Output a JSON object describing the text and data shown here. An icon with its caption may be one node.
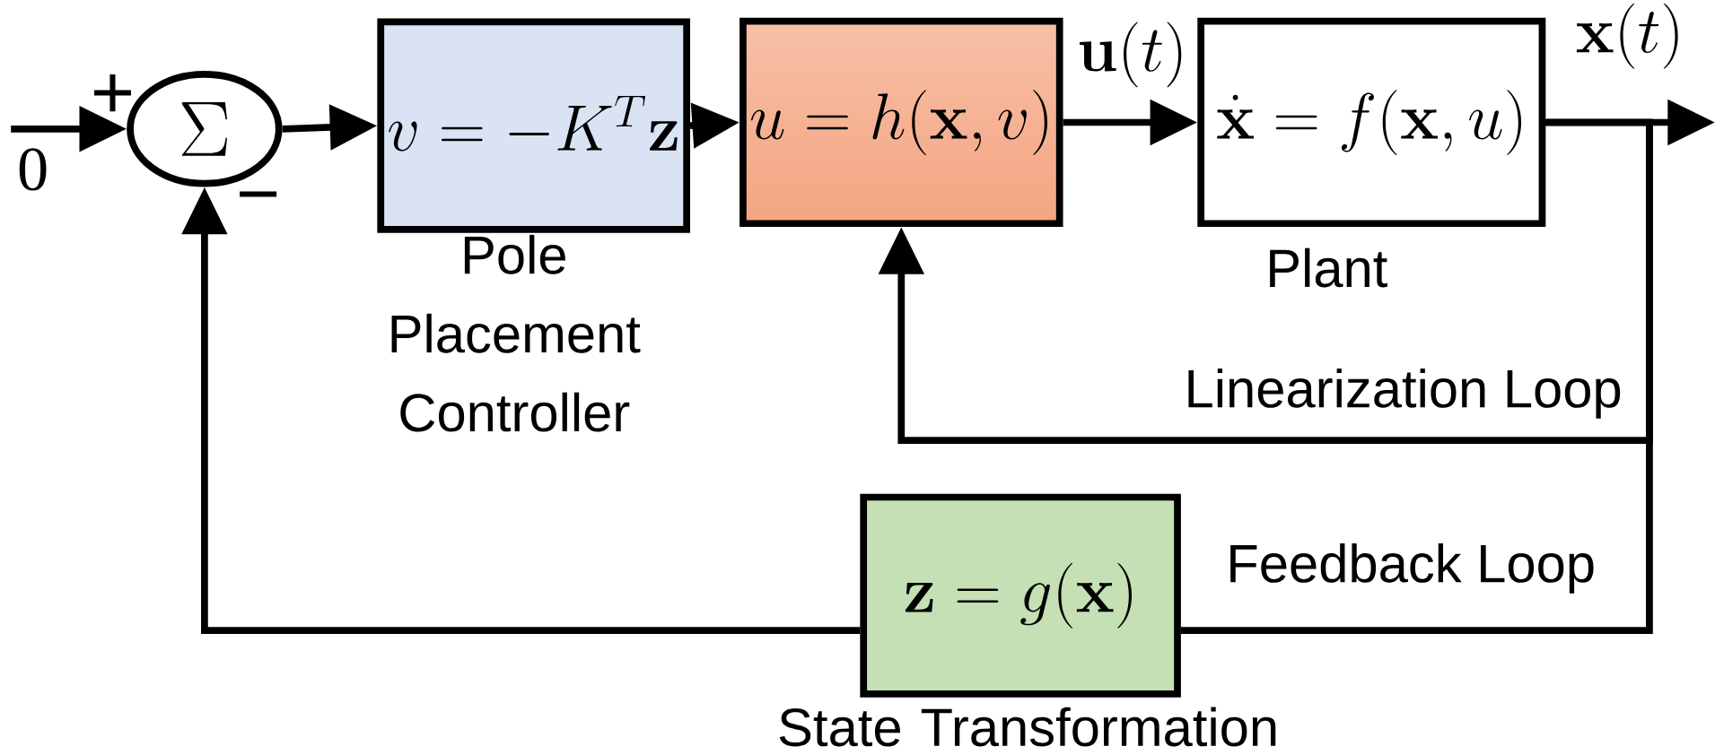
{
  "diagram": {
    "nodes": [
      {
        "text": [
          "\\Sigma"
        ]
      },
      {
        "text": [
          "v=-K^{T}\\mathbf{z}"
        ],
        "beside": [
          "Pole Placement Controller"
        ]
      },
      {
        "text": [
          "u=h(\\mathbf{x},v)"
        ]
      },
      {
        "text": [
          "\\dot{\\mathbf{x}}=f(\\mathbf{x},u)"
        ],
        "beside": [
          "Plant"
        ]
      },
      {
        "text": [
          "\\mathbf{z}=g(\\mathbf{x})"
        ],
        "beside": [
          "State Transformation"
        ]
      }
    ],
    "edges": [
      {
        "from": null,
        "to": 0,
        "arrow": "to",
        "label": "0"
      },
      {
        "from": 0,
        "to": 1,
        "arrow": "to"
      },
      {
        "from": 1,
        "to": 2,
        "arrow": "to"
      },
      {
        "from": 2,
        "to": 3,
        "arrow": "to",
        "label": "\\mathbf{u}(t)"
      },
      {
        "from": 3,
        "to": null,
        "arrow": "to",
        "label": "\\mathbf{x}(t)"
      },
      {
        "from": 3,
        "to": 2,
        "arrow": "to",
        "label": "Linearization Loop"
      },
      {
        "from": 3,
        "to": 4,
        "arrow": "none",
        "label": "Feedback Loop"
      },
      {
        "from": 4,
        "to": 0,
        "arrow": "to"
      }
    ],
    "labels": [
      "+",
      "−"
    ]
  }
}
